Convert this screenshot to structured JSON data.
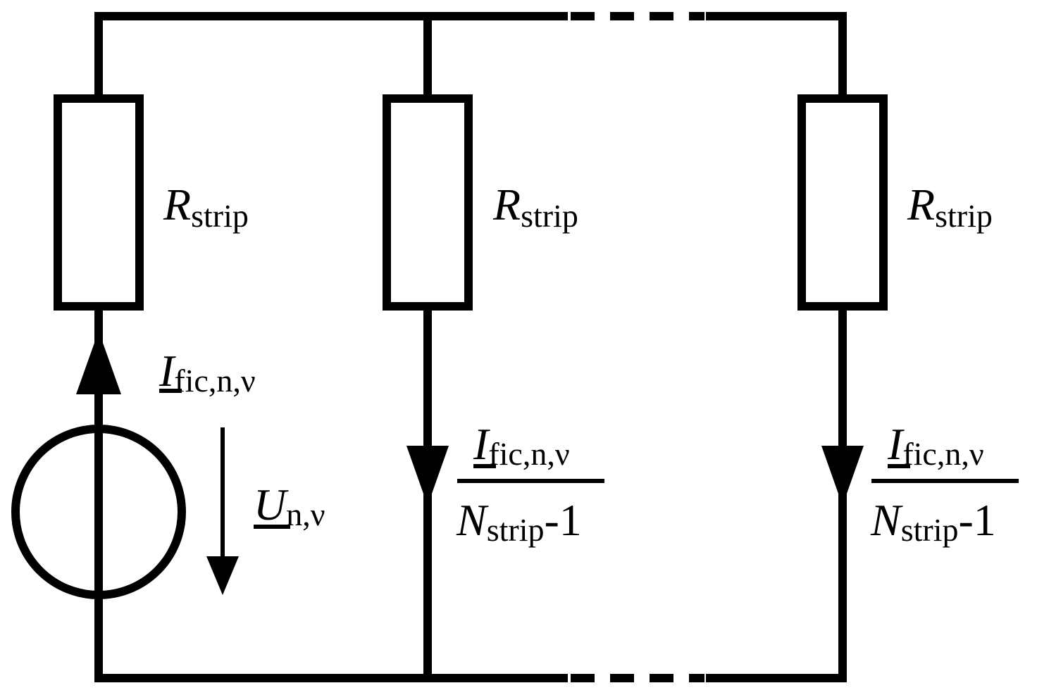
{
  "diagram": {
    "resistor_label": {
      "symbol": "R",
      "subscript": "strip"
    },
    "source_current": {
      "symbol": "I",
      "subscript": "fic,n,ν"
    },
    "source_voltage": {
      "symbol": "U",
      "subscript": "n,ν"
    },
    "branch_current_fraction": {
      "numerator_symbol": "I",
      "numerator_subscript": "fic,n,ν",
      "denominator_symbol": "N",
      "denominator_subscript": "strip",
      "denominator_suffix": "-1"
    }
  }
}
